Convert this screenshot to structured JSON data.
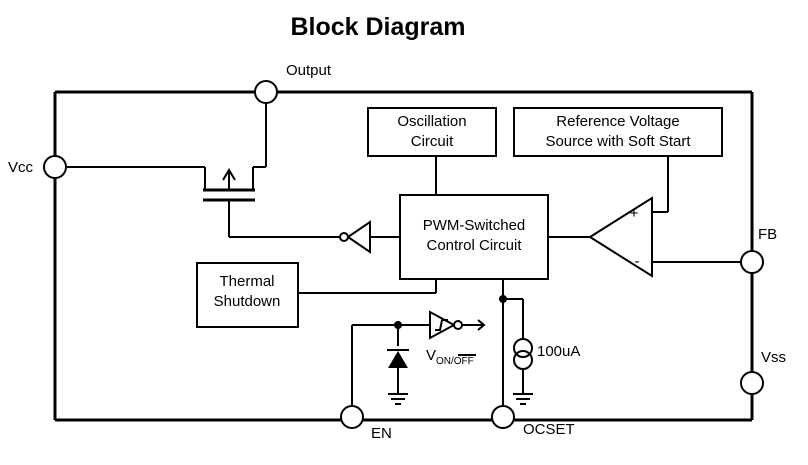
{
  "title": "Block Diagram",
  "pins": {
    "output": "Output",
    "vcc": "Vcc",
    "fb": "FB",
    "vss": "Vss",
    "en": "EN",
    "ocset": "OCSET"
  },
  "blocks": {
    "oscillation": [
      "Oscillation",
      "Circuit"
    ],
    "reference": [
      "Reference Voltage",
      "Source with Soft Start"
    ],
    "pwm": [
      "PWM-Switched",
      "Control Circuit"
    ],
    "thermal": [
      "Thermal",
      "Shutdown"
    ]
  },
  "labels": {
    "current_source": "100uA",
    "v_on_off_main": "V",
    "v_on_off_sub": "ON/OFF",
    "opamp_plus": "+",
    "opamp_minus": "-"
  }
}
